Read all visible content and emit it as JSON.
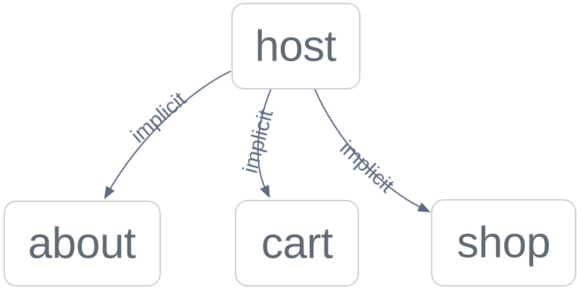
{
  "diagram": {
    "type": "graph",
    "nodes": [
      {
        "id": "host",
        "label": "host"
      },
      {
        "id": "about",
        "label": "about"
      },
      {
        "id": "cart",
        "label": "cart"
      },
      {
        "id": "shop",
        "label": "shop"
      }
    ],
    "edges": [
      {
        "from": "host",
        "to": "about",
        "label": "implicit"
      },
      {
        "from": "host",
        "to": "cart",
        "label": "implicit"
      },
      {
        "from": "host",
        "to": "shop",
        "label": "implicit"
      }
    ],
    "colors": {
      "background": "#ffffff",
      "node_fill": "#ffffff",
      "node_border": "#cbced3",
      "node_text": "#5f6973",
      "edge": "#5c6b80",
      "edge_label": "#5c6b80"
    }
  }
}
